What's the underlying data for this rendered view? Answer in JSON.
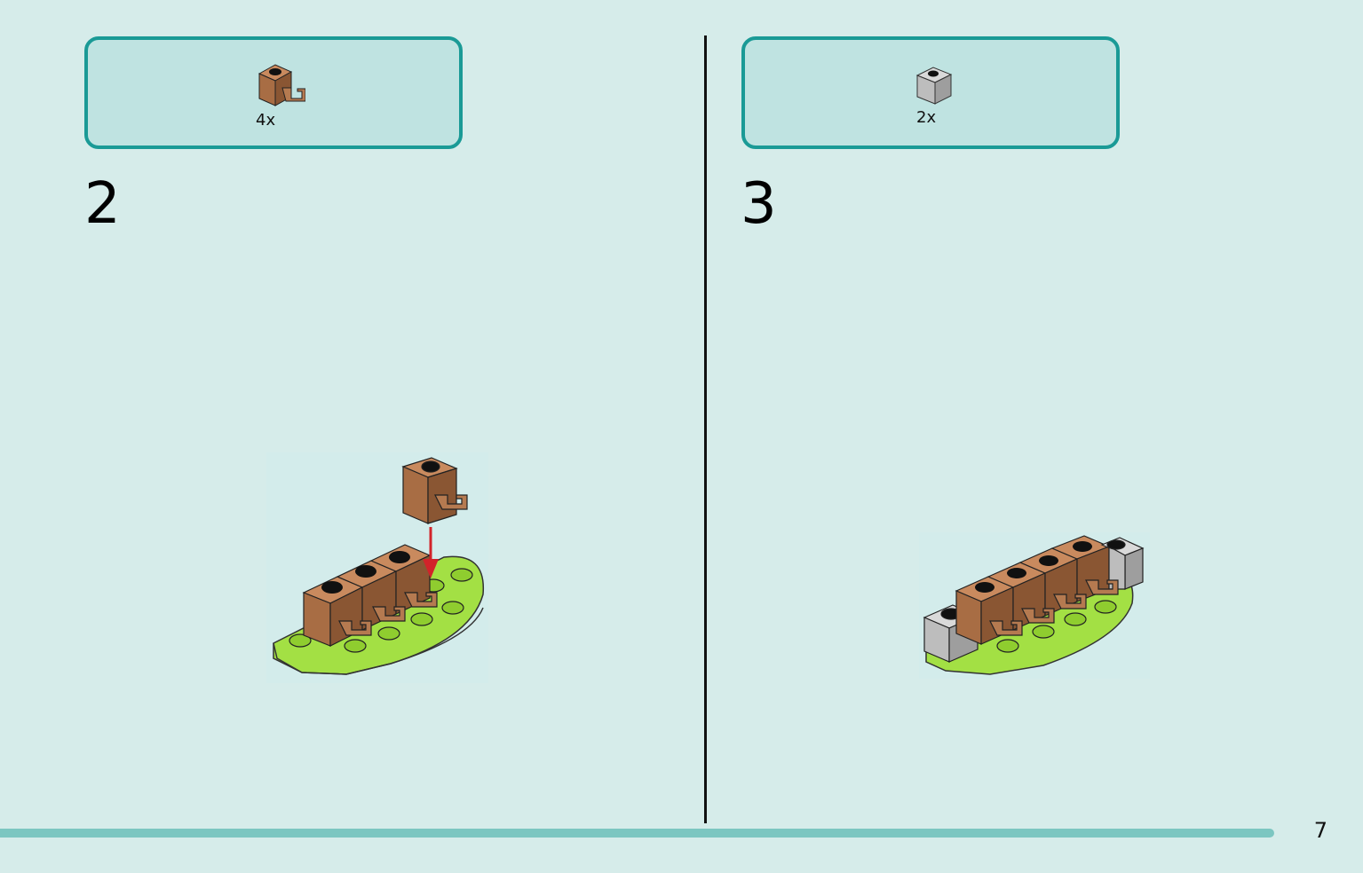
{
  "steps": [
    {
      "number": "2",
      "part": {
        "icon": "brown-brick-1x1-clip-icon",
        "count": "4x",
        "color": "#a86d44"
      }
    },
    {
      "number": "3",
      "part": {
        "icon": "gray-brick-1x1-icon",
        "count": "2x",
        "color": "#bdbdbd"
      }
    }
  ],
  "page_number": "7",
  "colors": {
    "background": "#d6ecea",
    "box_border": "#1a9a96",
    "box_fill": "#bfe3e1",
    "plate_green": "#a3e044",
    "brick_brown": "#a86d44",
    "brick_gray": "#bdbdbd",
    "arrow_red": "#d2232a",
    "bottom_bar": "#7cc6c1"
  }
}
